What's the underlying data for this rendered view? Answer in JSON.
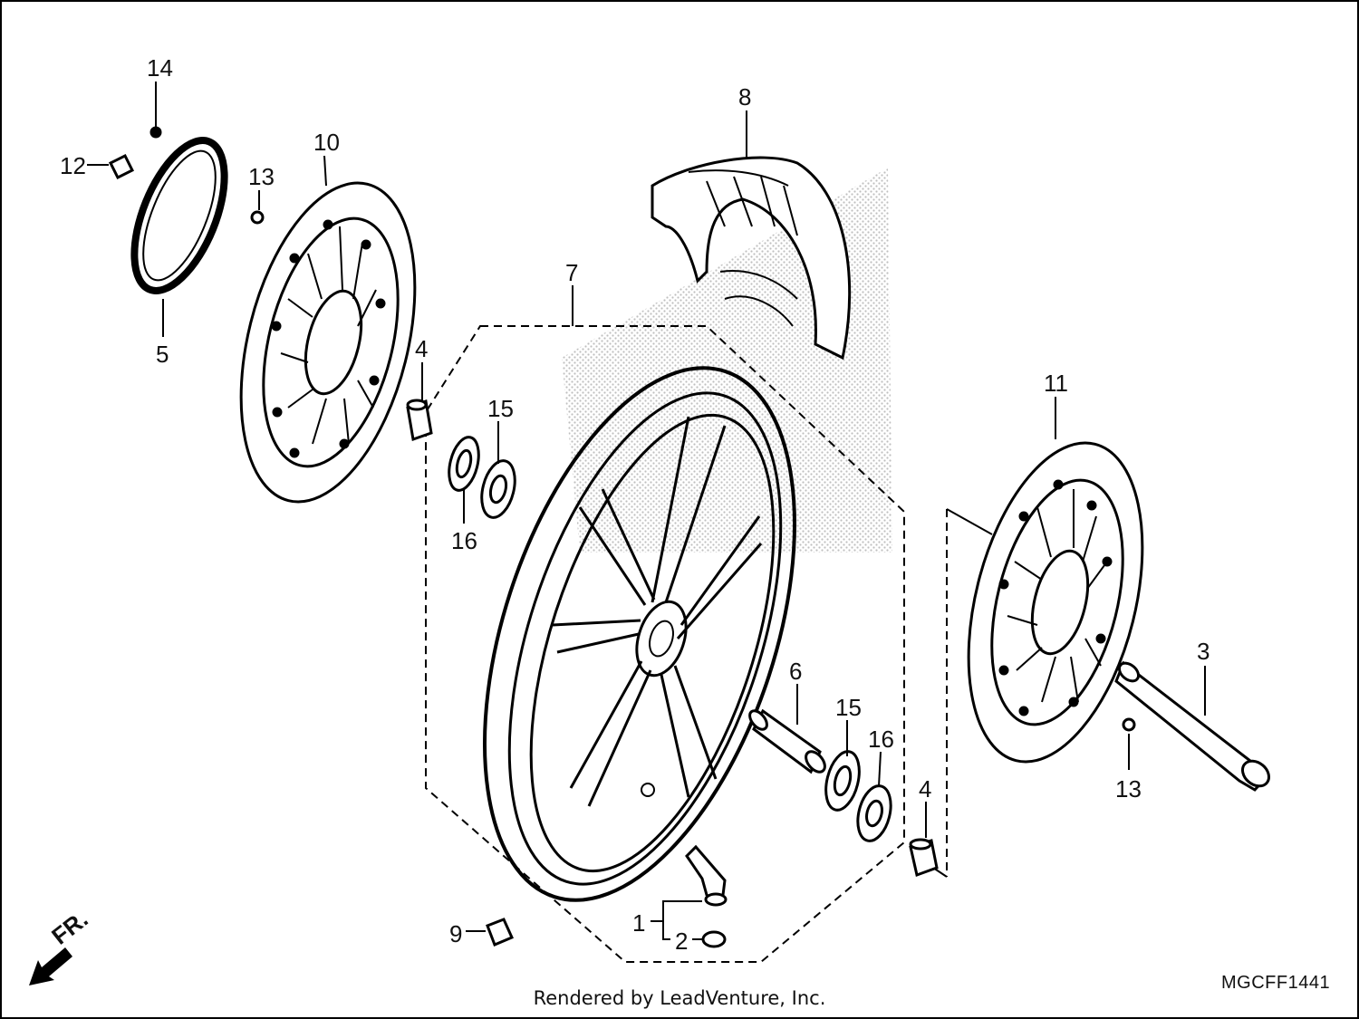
{
  "diagram": {
    "callouts": {
      "c1": "1",
      "c2": "2",
      "c3": "3",
      "c4a": "4",
      "c4b": "4",
      "c5": "5",
      "c6": "6",
      "c7": "7",
      "c8": "8",
      "c9": "9",
      "c10": "10",
      "c11": "11",
      "c12": "12",
      "c13a": "13",
      "c13b": "13",
      "c14": "14",
      "c15a": "15",
      "c15b": "15",
      "c16a": "16",
      "c16b": "16"
    },
    "direction_label": "FR.",
    "footer": "Rendered by LeadVenture, Inc.",
    "diagram_code": "MGCFF1441"
  },
  "colors": {
    "ink": "#000000",
    "shade": "#9a9a9a"
  }
}
